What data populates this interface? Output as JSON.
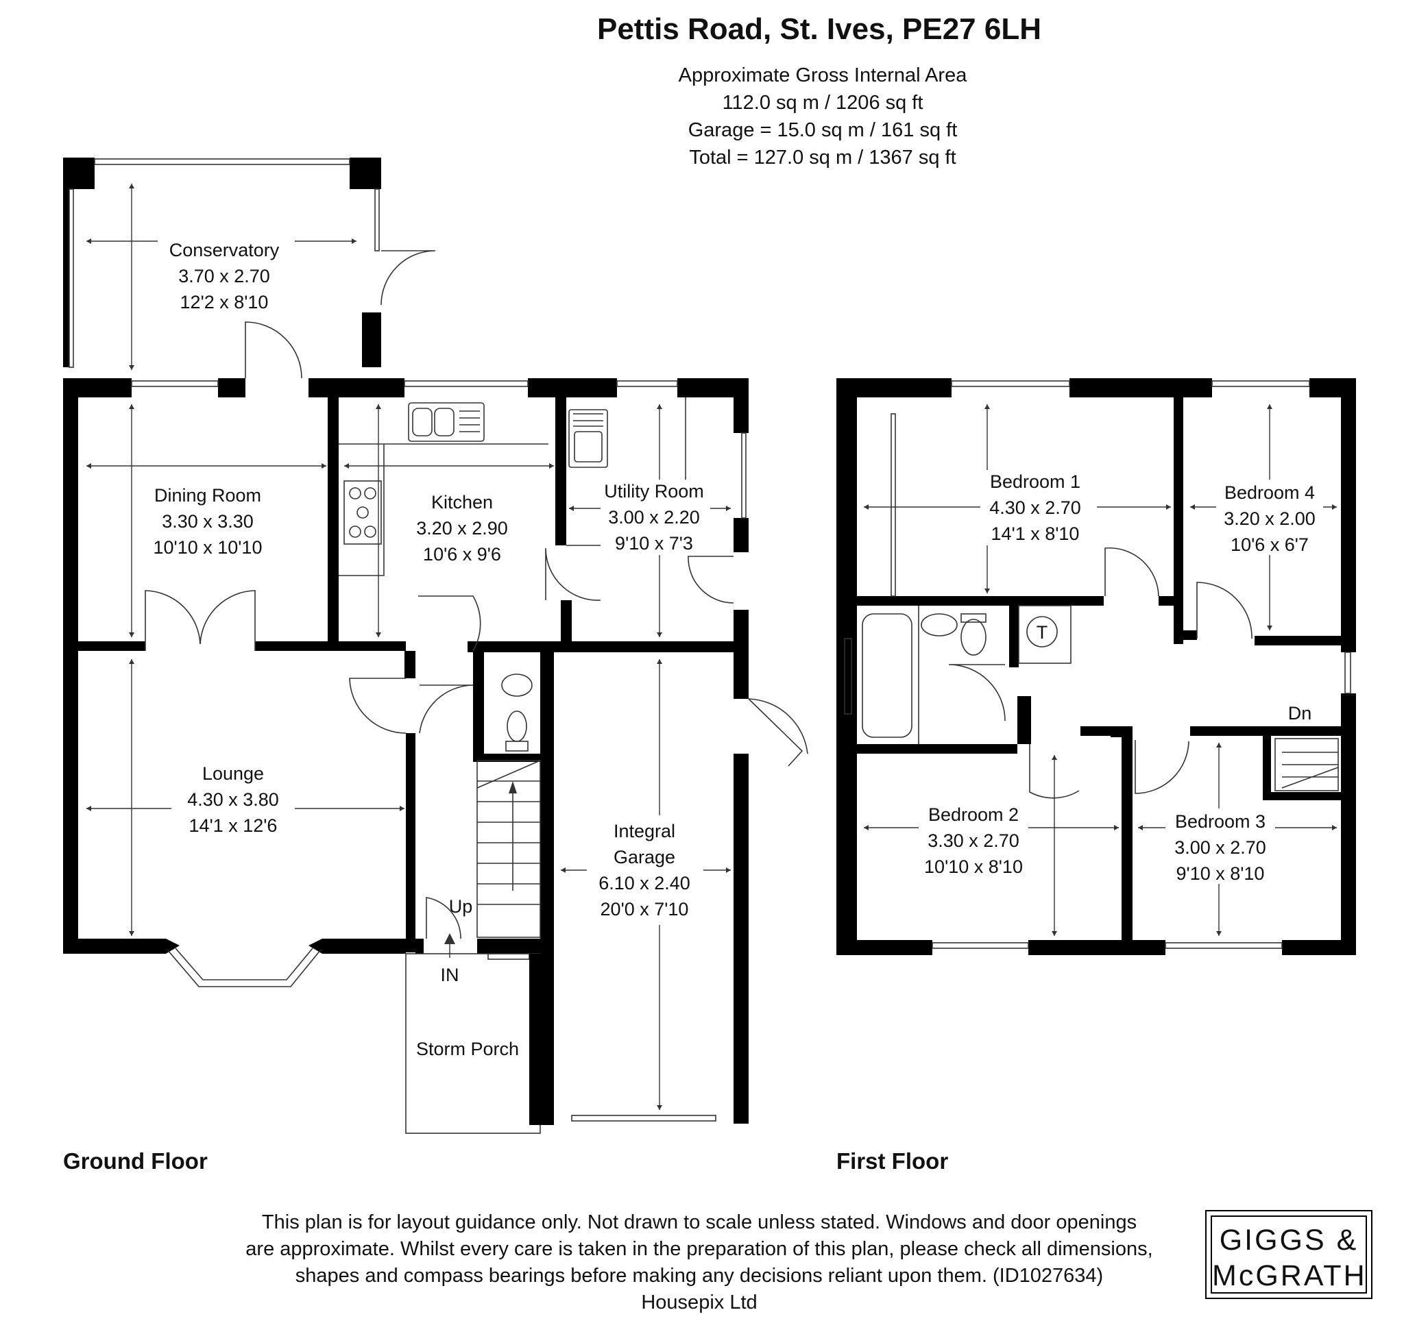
{
  "header": {
    "title": "Pettis Road, St. Ives, PE27 6LH",
    "area_lines": [
      "Approximate Gross Internal Area",
      "112.0 sq m / 1206 sq ft",
      "Garage = 15.0 sq m / 161 sq ft",
      "Total = 127.0 sq m / 1367 sq ft"
    ]
  },
  "floors": {
    "ground": "Ground Floor",
    "first": "First Floor"
  },
  "rooms": {
    "conservatory": {
      "name": "Conservatory",
      "metric": "3.70 x 2.70",
      "imperial": "12'2 x 8'10"
    },
    "dining_room": {
      "name": "Dining Room",
      "metric": "3.30 x 3.30",
      "imperial": "10'10 x 10'10"
    },
    "kitchen": {
      "name": "Kitchen",
      "metric": "3.20 x 2.90",
      "imperial": "10'6 x 9'6"
    },
    "utility_room": {
      "name": "Utility Room",
      "metric": "3.00 x 2.20",
      "imperial": "9'10 x 7'3"
    },
    "lounge": {
      "name": "Lounge",
      "metric": "4.30 x 3.80",
      "imperial": "14'1 x 12'6"
    },
    "garage": {
      "name1": "Integral",
      "name2": "Garage",
      "metric": "6.10 x 2.40",
      "imperial": "20'0 x 7'10"
    },
    "storm_porch": {
      "name": "Storm Porch"
    },
    "bedroom1": {
      "name": "Bedroom 1",
      "metric": "4.30 x 2.70",
      "imperial": "14'1 x 8'10"
    },
    "bedroom4": {
      "name": "Bedroom 4",
      "metric": "3.20 x 2.00",
      "imperial": "10'6 x 6'7"
    },
    "bedroom2": {
      "name": "Bedroom 2",
      "metric": "3.30 x 2.70",
      "imperial": "10'10 x 8'10"
    },
    "bedroom3": {
      "name": "Bedroom 3",
      "metric": "3.00 x 2.70",
      "imperial": "9'10 x 8'10"
    }
  },
  "markers": {
    "up": "Up",
    "in": "IN",
    "down": "Dn",
    "tank": "T"
  },
  "disclaimer_lines": [
    "This plan is for layout guidance only. Not drawn to scale unless stated. Windows and door openings",
    "are approximate. Whilst every care is taken in the preparation of this plan, please check all dimensions,",
    "shapes and compass bearings before making any decisions reliant upon them. (ID1027634)",
    "Housepix Ltd"
  ],
  "logo": {
    "line1": "GIGGS &",
    "line2": "McGRATH"
  }
}
